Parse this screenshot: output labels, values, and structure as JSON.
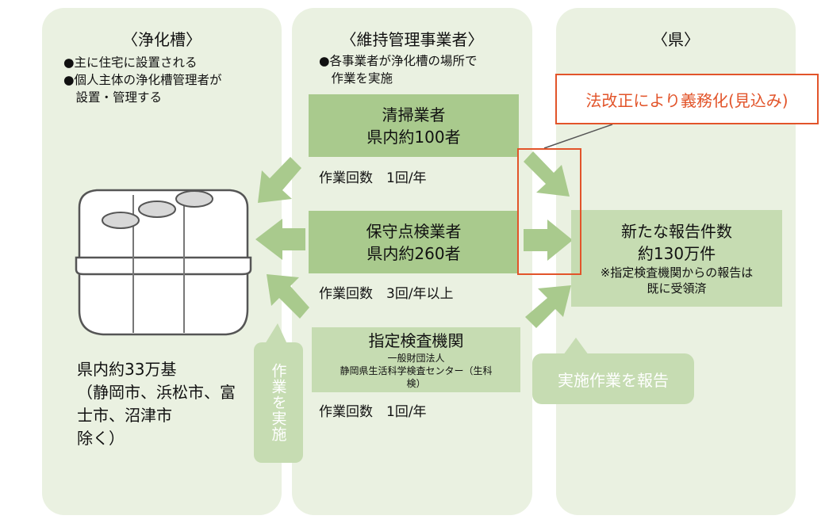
{
  "septic_tank": {
    "header": "〈浄化槽〉",
    "notes": [
      "●主に住宅に設置される",
      "●個人主体の浄化槽管理者が",
      "　設置・管理する"
    ],
    "count_lines": [
      "県内約33万基",
      "（静岡市、浜松市、富",
      "士市、沼津市",
      "除く）"
    ]
  },
  "maintenance": {
    "header": "〈維持管理事業者〉",
    "notes": [
      "●各事業者が浄化槽の場所で",
      "　作業を実施"
    ],
    "cleaners": {
      "name": "清掃業者",
      "count": "県内約100者",
      "frequency": "作業回数　1回/年"
    },
    "inspectors": {
      "name": "保守点検業者",
      "count": "県内約260者",
      "frequency": "作業回数　3回/年以上"
    },
    "designated": {
      "name": "指定検査機関",
      "org_lines": [
        "一般財団法人",
        "静岡県生活科学検査センター（生科",
        "検）"
      ],
      "frequency": "作業回数　1回/年"
    },
    "work_bubble": "作業を実施"
  },
  "prefecture": {
    "header": "〈県〉",
    "law_note": "法改正により義務化(見込み)",
    "new_reports": {
      "title": "新たな報告件数",
      "count": "約130万件",
      "note_lines": [
        "※指定検査機関からの報告は",
        "既に受領済"
      ]
    },
    "report_bubble": "実施作業を報告"
  },
  "colors": {
    "column_bg": "#eaf1e1",
    "box_green": "#a9ca8d",
    "light_green": "#c6dcb2",
    "arrow_green": "#a9ca8d",
    "accent_red": "#e2542a"
  }
}
